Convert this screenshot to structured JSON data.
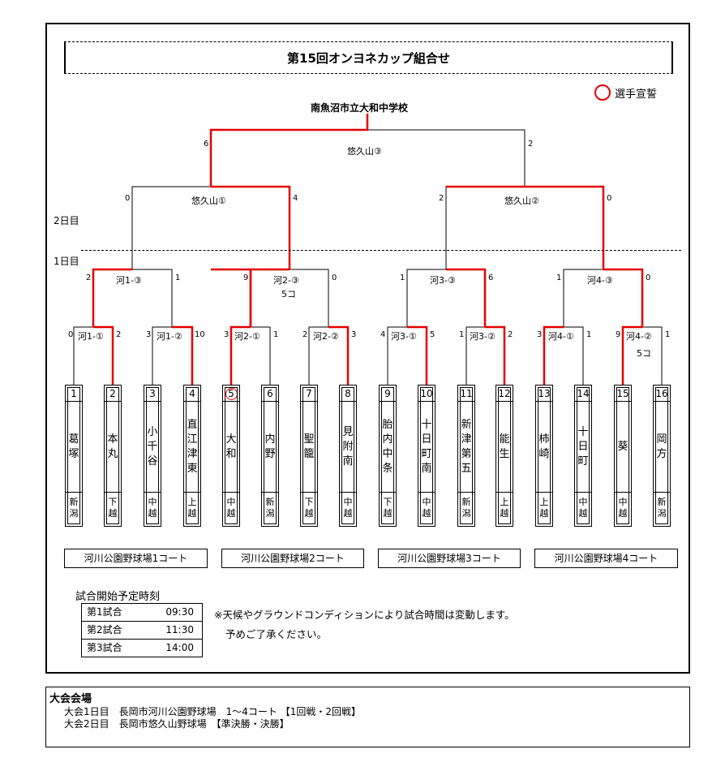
{
  "title": "第15回オンヨネカップ組合せ",
  "oath_label": "選手宣誓",
  "champion": "南魚沼市立大和中学校",
  "day_labels": [
    "2日目",
    "1日目"
  ],
  "games": {
    "final": {
      "label": "悠久山③",
      "score_left": "6",
      "score_right": "2"
    },
    "sf1": {
      "label": "悠久山①",
      "score_left": "0",
      "score_right": "4"
    },
    "sf2": {
      "label": "悠久山②",
      "score_left": "2",
      "score_right": "0"
    },
    "qf1": {
      "label": "河1-③",
      "score_left": "2",
      "score_right": "1"
    },
    "qf2": {
      "label": "河2-③",
      "score_left": "9",
      "score_right": "0",
      "note": "5コ"
    },
    "qf3": {
      "label": "河3-③",
      "score_left": "1",
      "score_right": "6"
    },
    "qf4": {
      "label": "河4-③",
      "score_left": "1",
      "score_right": "0"
    },
    "r1_1": {
      "label": "河1-①",
      "score_left": "0",
      "score_right": "2"
    },
    "r1_2": {
      "label": "河1-②",
      "score_left": "3",
      "score_right": "10"
    },
    "r1_3": {
      "label": "河2-①",
      "score_left": "3",
      "score_right": "1"
    },
    "r1_4": {
      "label": "河2-②",
      "score_left": "2",
      "score_right": "3"
    },
    "r1_5": {
      "label": "河3-①",
      "score_left": "4",
      "score_right": "5"
    },
    "r1_6": {
      "label": "河3-②",
      "score_left": "1",
      "score_right": "2"
    },
    "r1_7": {
      "label": "河4-①",
      "score_left": "3",
      "score_right": "1"
    },
    "r1_8": {
      "label": "河4-②",
      "score_left": "9",
      "score_right": "1",
      "note": "5コ"
    }
  },
  "teams": [
    {
      "no": "1",
      "name": "葛塚",
      "area": "新潟"
    },
    {
      "no": "2",
      "name": "本丸",
      "area": "下越"
    },
    {
      "no": "3",
      "name": "小千谷",
      "area": "中越"
    },
    {
      "no": "4",
      "name": "直江津東",
      "area": "上越"
    },
    {
      "no": "5",
      "name": "大和",
      "area": "中越"
    },
    {
      "no": "6",
      "name": "内野",
      "area": "新潟"
    },
    {
      "no": "7",
      "name": "聖籠",
      "area": "下越"
    },
    {
      "no": "8",
      "name": "見附南",
      "area": "中越"
    },
    {
      "no": "9",
      "name": "胎内中条",
      "area": "下越"
    },
    {
      "no": "10",
      "name": "十日町南",
      "area": "中越"
    },
    {
      "no": "11",
      "name": "新津第五",
      "area": "新潟"
    },
    {
      "no": "12",
      "name": "能生",
      "area": "上越"
    },
    {
      "no": "13",
      "name": "柿崎",
      "area": "上越"
    },
    {
      "no": "14",
      "name": "十日町",
      "area": "中越"
    },
    {
      "no": "15",
      "name": "葵",
      "area": "中越"
    },
    {
      "no": "16",
      "name": "岡方",
      "area": "新潟"
    }
  ],
  "courts": [
    "河川公園野球場1コート",
    "河川公園野球場2コート",
    "河川公園野球場3コート",
    "河川公園野球場4コート"
  ],
  "schedule": {
    "title": "試合開始予定時刻",
    "rows": [
      {
        "label": "第1試合",
        "time": "09:30"
      },
      {
        "label": "第2試合",
        "time": "11:30"
      },
      {
        "label": "第3試合",
        "time": "14:00"
      }
    ]
  },
  "notes": [
    "※天候やグラウンドコンディションにより試合時間は変動します。",
    "予めご了承ください。"
  ],
  "venue": {
    "title": "大会会場",
    "lines": [
      "大会1日目　長岡市河川公園野球場　1～4コート 【1回戦・2回戦】",
      "大会2日目　長岡市悠久山野球場　【準決勝・決勝】"
    ]
  },
  "colors": {
    "winner_line": "#e60000",
    "line": "#000000"
  }
}
